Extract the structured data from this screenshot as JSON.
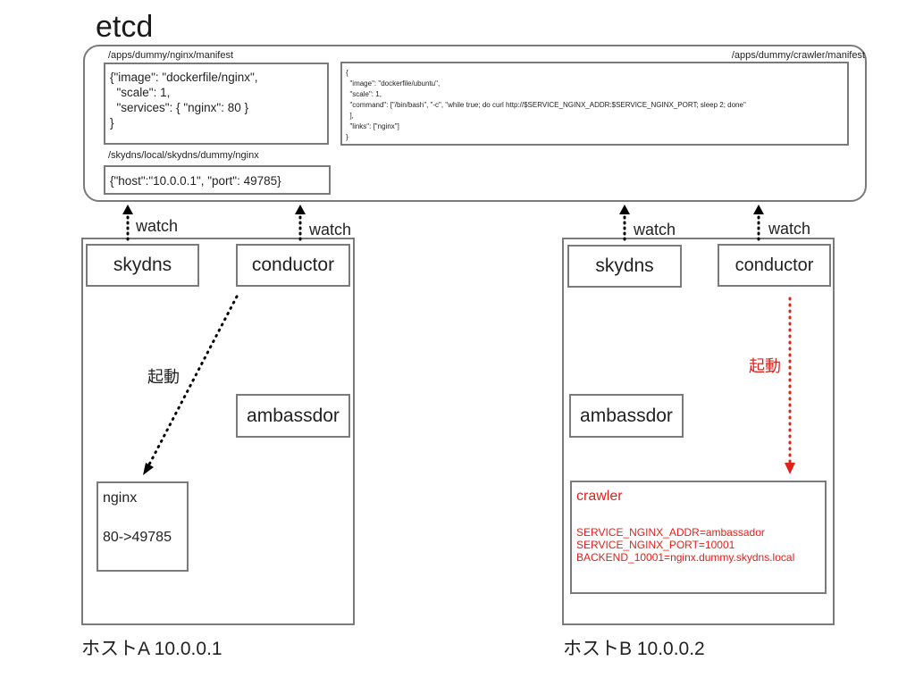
{
  "etcd": {
    "title": "etcd",
    "nginx_manifest_path": "/apps/dummy/nginx/manifest",
    "nginx_manifest_body": "{\"image\": \"dockerfile/nginx\",\n  \"scale\": 1,\n  \"services\": { \"nginx\": 80 }\n}",
    "crawler_manifest_path": "/apps/dummy/crawler/manifest",
    "crawler_manifest_body": "{\n  \"image\": \"dockerfile/ubuntu\",\n  \"scale\": 1,\n  \"command\": [\"/bin/bash\", \"-c\", \"while true; do curl http://$SERVICE_NGINX_ADDR:$SERVICE_NGINX_PORT; sleep 2; done\"\n  ],\n  \"links\": [\"nginx\"]\n}",
    "skydns_path": "/skydns/local/skydns/dummy/nginx",
    "skydns_body": "{\"host\":\"10.0.0.1\", \"port\": 49785}"
  },
  "watch_label": "watch",
  "launch_label": "起動",
  "host_a": {
    "label": "ホストA 10.0.0.1",
    "skydns": "skydns",
    "conductor": "conductor",
    "ambassador": "ambassdor",
    "nginx_title": "nginx",
    "nginx_port": "80->49785"
  },
  "host_b": {
    "label": "ホストB 10.0.0.2",
    "skydns": "skydns",
    "conductor": "conductor",
    "ambassador": "ambassdor",
    "crawler_title": "crawler",
    "crawler_env": "SERVICE_NGINX_ADDR=ambassador\nSERVICE_NGINX_PORT=10001\nBACKEND_10001=nginx.dummy.skydns.local"
  },
  "colors": {
    "highlight": "#e32119",
    "border": "#7a7a7a"
  }
}
